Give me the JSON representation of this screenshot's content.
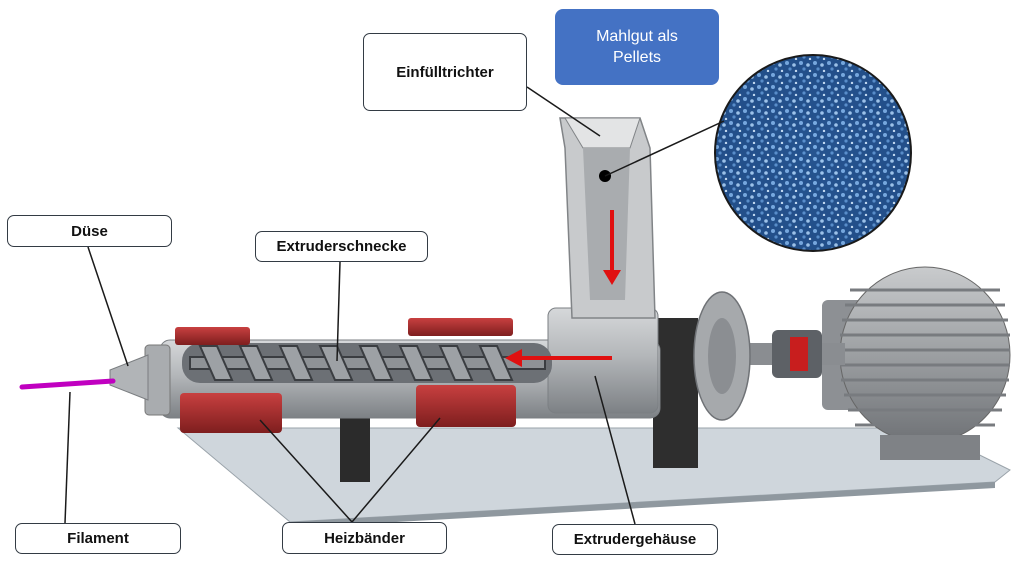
{
  "labels": {
    "einfuelltrichter": "Einfülltrichter",
    "mahlgut_line1": "Mahlgut als",
    "mahlgut_line2": "Pellets",
    "duese": "Düse",
    "extruderschnecke": "Extruderschnecke",
    "filament": "Filament",
    "heizbaender": "Heizbänder",
    "extrudergehaeuse": "Extrudergehäuse"
  },
  "colors": {
    "label_accent": "#4472c4",
    "heater_band": "#a52a2a",
    "flow_arrow": "#e01010",
    "filament": "#c000c0",
    "pellets": "#2a5f9e"
  }
}
